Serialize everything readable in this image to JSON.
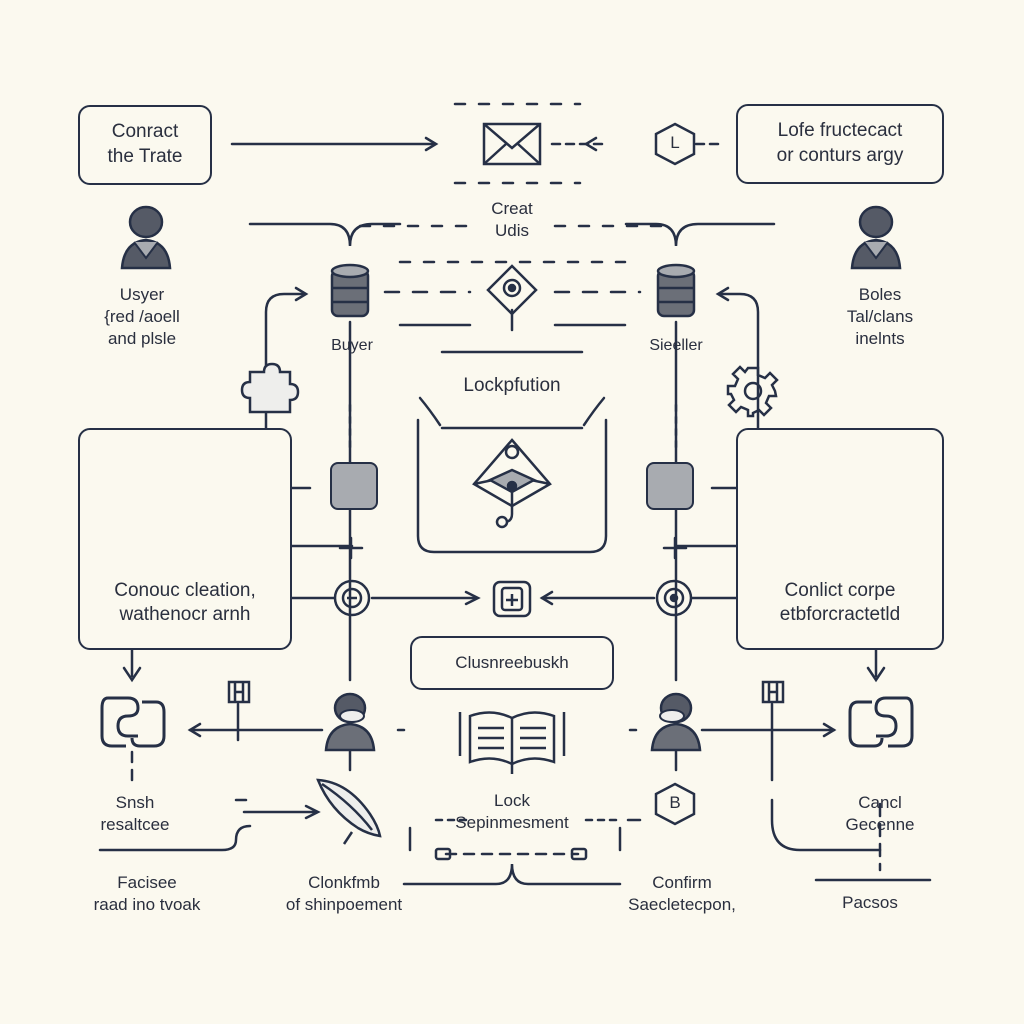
{
  "top": {
    "left_box": "Conract\nthe Trate",
    "right_box": "Lofe fructecact\nor conturs argy",
    "center_label": "Creat\nUdis",
    "badge_letter": "L"
  },
  "users": {
    "left_user_label": "Usyer\n{red /aoell\nand plsle",
    "right_user_label": "Boles\nTal/clans\ninelnts",
    "buyer_label": "Buyer",
    "seller_label": "Sieeller"
  },
  "middle": {
    "lock_box": "Lockpfution",
    "left_conflict_box": "Conouc cleation,\nwathenocr arnh",
    "right_conflict_box": "Conlict corpe\netbforcractetld",
    "center_pill": "Clusnreebuskh"
  },
  "bottom": {
    "left_result": "Snsh\nresaltcee",
    "right_result": "Cancl\nGecenne",
    "lock_shipment": "Lock\nSepinmesment",
    "badge_letter": "B",
    "far_left": "Facisee\nraad ino tvoak",
    "center_left": "Clonkfmb\nof shinpoement",
    "center_right": "Confirm\nSaecletecpon,",
    "far_right": "Pacsos"
  },
  "colors": {
    "ink": "#263046",
    "fill": "#6b6f78",
    "fill_light": "#a8abb0",
    "background": "#fbf9ef"
  }
}
